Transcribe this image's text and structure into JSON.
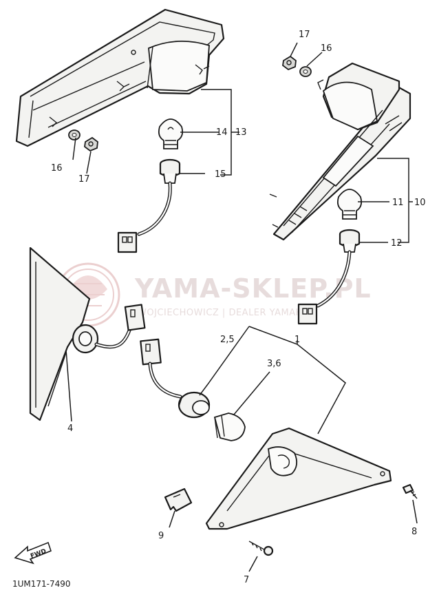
{
  "watermark": {
    "title": "YAMA-SKLEP.PL",
    "subtitle": "WOJCIECHOWICZ | DEALER YAMAHA"
  },
  "drawing_code": "1UM171-7490",
  "front_arrow_label": "FWD",
  "callouts": {
    "c1": "1",
    "c2_5": "2,5",
    "c3_6": "3,6",
    "c4": "4",
    "c7": "7",
    "c8": "8",
    "c9": "9",
    "c10": "10",
    "c11": "11",
    "c12": "12",
    "c13": "13",
    "c14": "14",
    "c15": "15",
    "c16_left": "16",
    "c16_right": "16",
    "c17_left": "17",
    "c17_right": "17"
  },
  "colors": {
    "ink": "#1a1a1a",
    "watermark": "#e7dcdc"
  }
}
